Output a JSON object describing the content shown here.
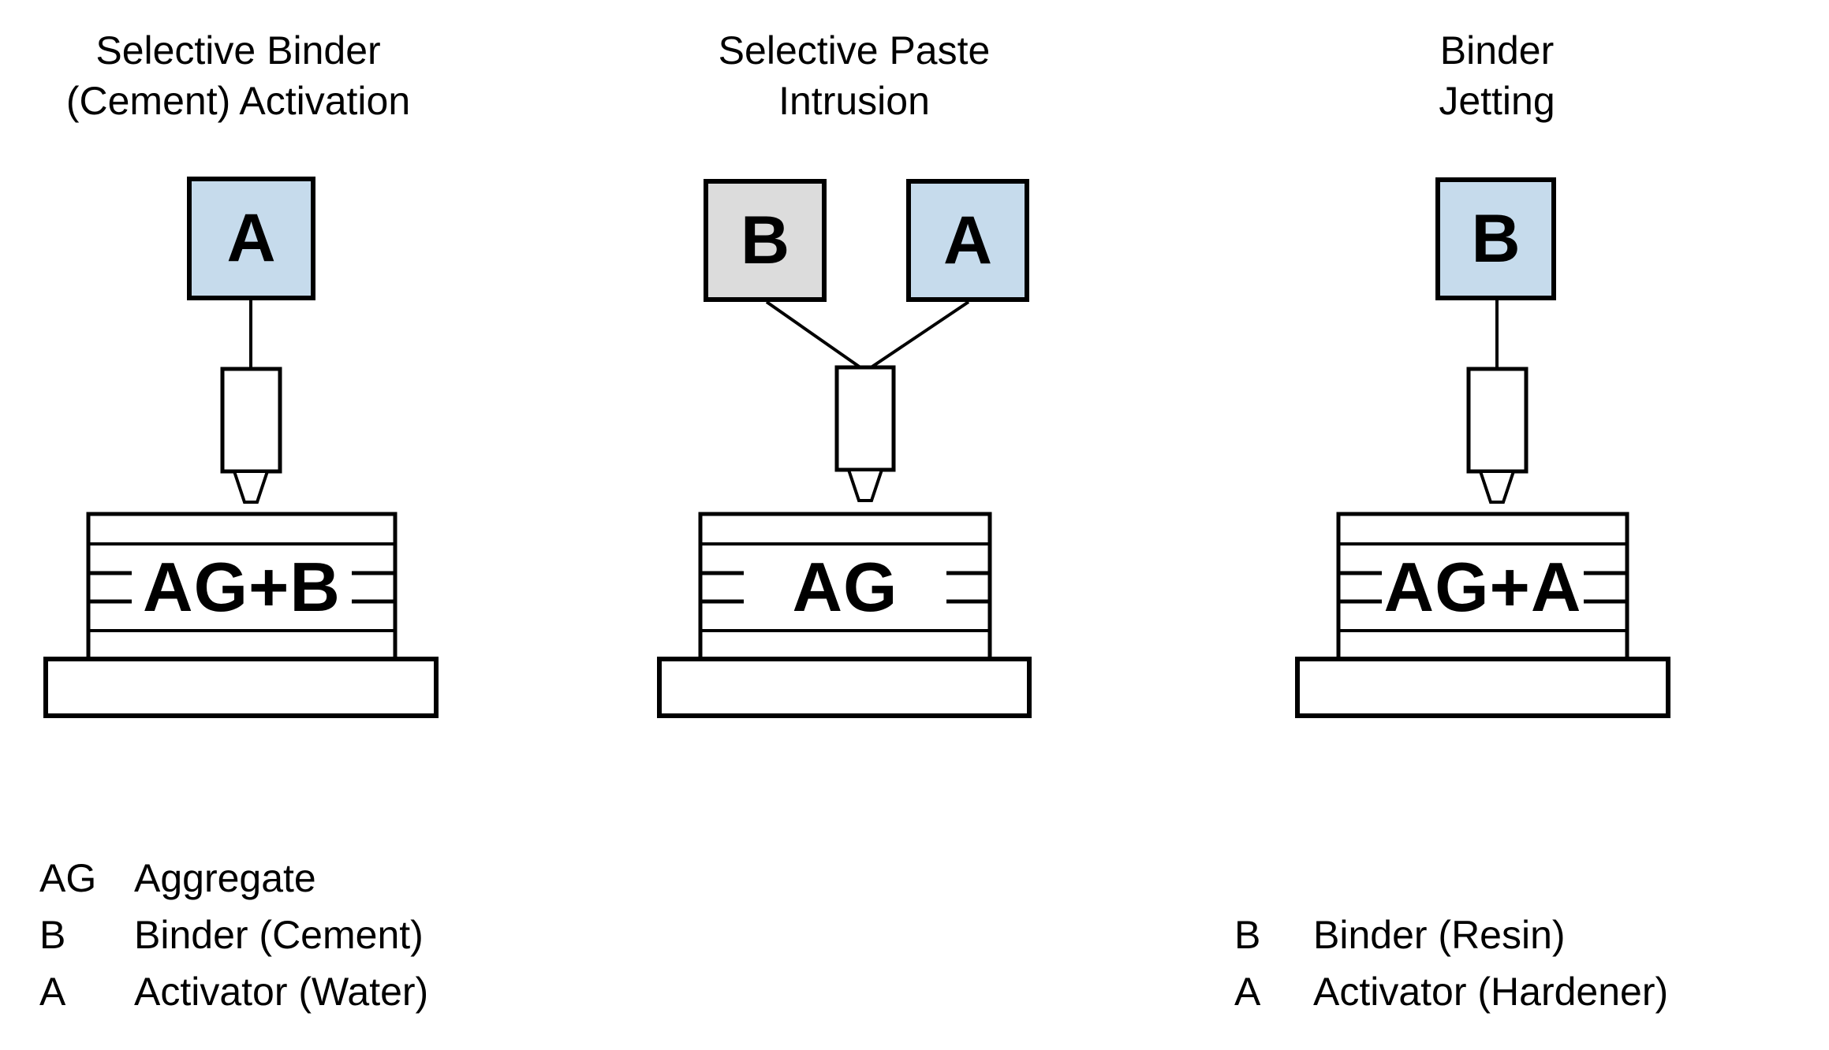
{
  "figure": {
    "description_labels": {
      "bed_label_1": "AG+B",
      "bed_label_2": "AG",
      "bed_label_3": "AG+A"
    }
  },
  "colors": {
    "light_blue_fill": "#c6dbec",
    "gray_fill": "#dcdcdc",
    "line_black": "#000000",
    "white": "#ffffff"
  },
  "diagrams": [
    {
      "title": "Selective Binder\n(Cement) Activation",
      "source_boxes": [
        {
          "letter": "A",
          "fill": "#c6dbec"
        }
      ],
      "bed_label": "AG+B"
    },
    {
      "title": "Selective Paste\nIntrusion",
      "source_boxes": [
        {
          "letter": "B",
          "fill": "#dcdcdc"
        },
        {
          "letter": "A",
          "fill": "#c6dbec"
        }
      ],
      "bed_label": "AG"
    },
    {
      "title": "Binder\nJetting",
      "source_boxes": [
        {
          "letter": "B",
          "fill": "#c6dbec"
        }
      ],
      "bed_label": "AG+A"
    }
  ],
  "legend_left": {
    "items": [
      {
        "term": "AG",
        "definition": "Aggregate"
      },
      {
        "term": "B",
        "definition": "Binder (Cement)"
      },
      {
        "term": "A",
        "definition": "Activator (Water)"
      }
    ]
  },
  "legend_right": {
    "items": [
      {
        "term": "B",
        "definition": "Binder (Resin)"
      },
      {
        "term": "A",
        "definition": "Activator (Hardener)"
      }
    ]
  }
}
